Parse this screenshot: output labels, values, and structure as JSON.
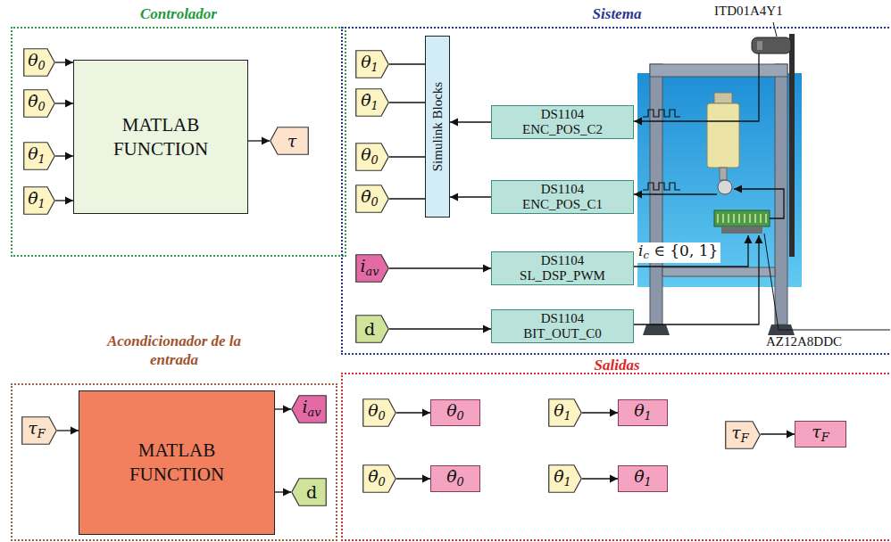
{
  "diagram": {
    "nodes": [
      {
        "text": [
          "Controlador"
        ]
      },
      {
        "text": [
          "θ0"
        ],
        "in": 0
      },
      {
        "text": [
          "θ̇0"
        ],
        "in": 0
      },
      {
        "text": [
          "θ1"
        ],
        "in": 0
      },
      {
        "text": [
          "θ̇1"
        ],
        "in": 0
      },
      {
        "text": [
          "MATLAB FUNCTION"
        ],
        "in": 0
      },
      {
        "text": [
          "τ"
        ],
        "in": 0
      },
      {
        "text": [
          "Sistema"
        ]
      },
      {
        "text": [
          "θ1"
        ],
        "in": 7
      },
      {
        "text": [
          "θ̇1"
        ],
        "in": 7
      },
      {
        "text": [
          "θ0"
        ],
        "in": 7
      },
      {
        "text": [
          "θ̇0"
        ],
        "in": 7
      },
      {
        "text": [
          "Simulink Blocks"
        ],
        "in": 7
      },
      {
        "text": [
          "DS1104 ENC_POS_C2"
        ],
        "in": 7
      },
      {
        "text": [
          "DS1104 ENC_POS_C1"
        ],
        "in": 7
      },
      {
        "text": [
          "iav"
        ],
        "in": 7
      },
      {
        "text": [
          "DS1104 SL_DSP_PWM"
        ],
        "in": 7
      },
      {
        "text": [
          "d"
        ],
        "in": 7
      },
      {
        "text": [
          "DS1104 BIT_OUT_C0"
        ],
        "in": 7
      },
      {
        "text": [
          "Acondicionador de la entrada"
        ]
      },
      {
        "text": [
          "τF"
        ],
        "in": 19
      },
      {
        "text": [
          "MATLAB FUNCTION"
        ],
        "in": 19
      },
      {
        "text": [
          "iav"
        ],
        "in": 19
      },
      {
        "text": [
          "d"
        ],
        "in": 19
      },
      {
        "text": [
          "Salidas"
        ]
      },
      {
        "text": [
          "θ0"
        ],
        "in": 24
      },
      {
        "text": [
          "θ0"
        ],
        "in": 24
      },
      {
        "text": [
          "θ1"
        ],
        "in": 24
      },
      {
        "text": [
          "θ1"
        ],
        "in": 24
      },
      {
        "text": [
          "τF"
        ],
        "in": 24
      },
      {
        "text": [
          "τF"
        ],
        "in": 24
      },
      {
        "text": [
          "θ̇0"
        ],
        "in": 24
      },
      {
        "text": [
          "θ̇0"
        ],
        "in": 24
      },
      {
        "text": [
          "θ̇1"
        ],
        "in": 24
      },
      {
        "text": [
          "θ̇1"
        ],
        "in": 24
      }
    ],
    "edges": [
      {
        "from": 1,
        "to": 5,
        "arrow": "to"
      },
      {
        "from": 2,
        "to": 5,
        "arrow": "to"
      },
      {
        "from": 3,
        "to": 5,
        "arrow": "to"
      },
      {
        "from": 4,
        "to": 5,
        "arrow": "to"
      },
      {
        "from": 5,
        "to": 6,
        "arrow": "to"
      },
      {
        "from": 12,
        "to": 8,
        "arrow": "none"
      },
      {
        "from": 12,
        "to": 9,
        "arrow": "none"
      },
      {
        "from": 12,
        "to": 10,
        "arrow": "none"
      },
      {
        "from": 12,
        "to": 11,
        "arrow": "none"
      },
      {
        "from": 13,
        "to": 12,
        "arrow": "to"
      },
      {
        "from": 14,
        "to": 12,
        "arrow": "to"
      },
      {
        "from": 15,
        "to": 16,
        "arrow": "to"
      },
      {
        "from": 17,
        "to": 18,
        "arrow": "to"
      },
      {
        "from": 20,
        "to": 21,
        "arrow": "to"
      },
      {
        "from": 21,
        "to": 22,
        "arrow": "to"
      },
      {
        "from": 21,
        "to": 23,
        "arrow": "to"
      },
      {
        "from": 25,
        "to": 26,
        "arrow": "to"
      },
      {
        "from": 27,
        "to": 28,
        "arrow": "to"
      },
      {
        "from": 29,
        "to": 30,
        "arrow": "to"
      },
      {
        "from": 31,
        "to": 32,
        "arrow": "to"
      },
      {
        "from": 33,
        "to": 34,
        "arrow": "to"
      }
    ],
    "labels": [
      "ITD01A4Y1",
      "ic ∈ {0, 1}",
      "AZ12A8DDC"
    ]
  }
}
